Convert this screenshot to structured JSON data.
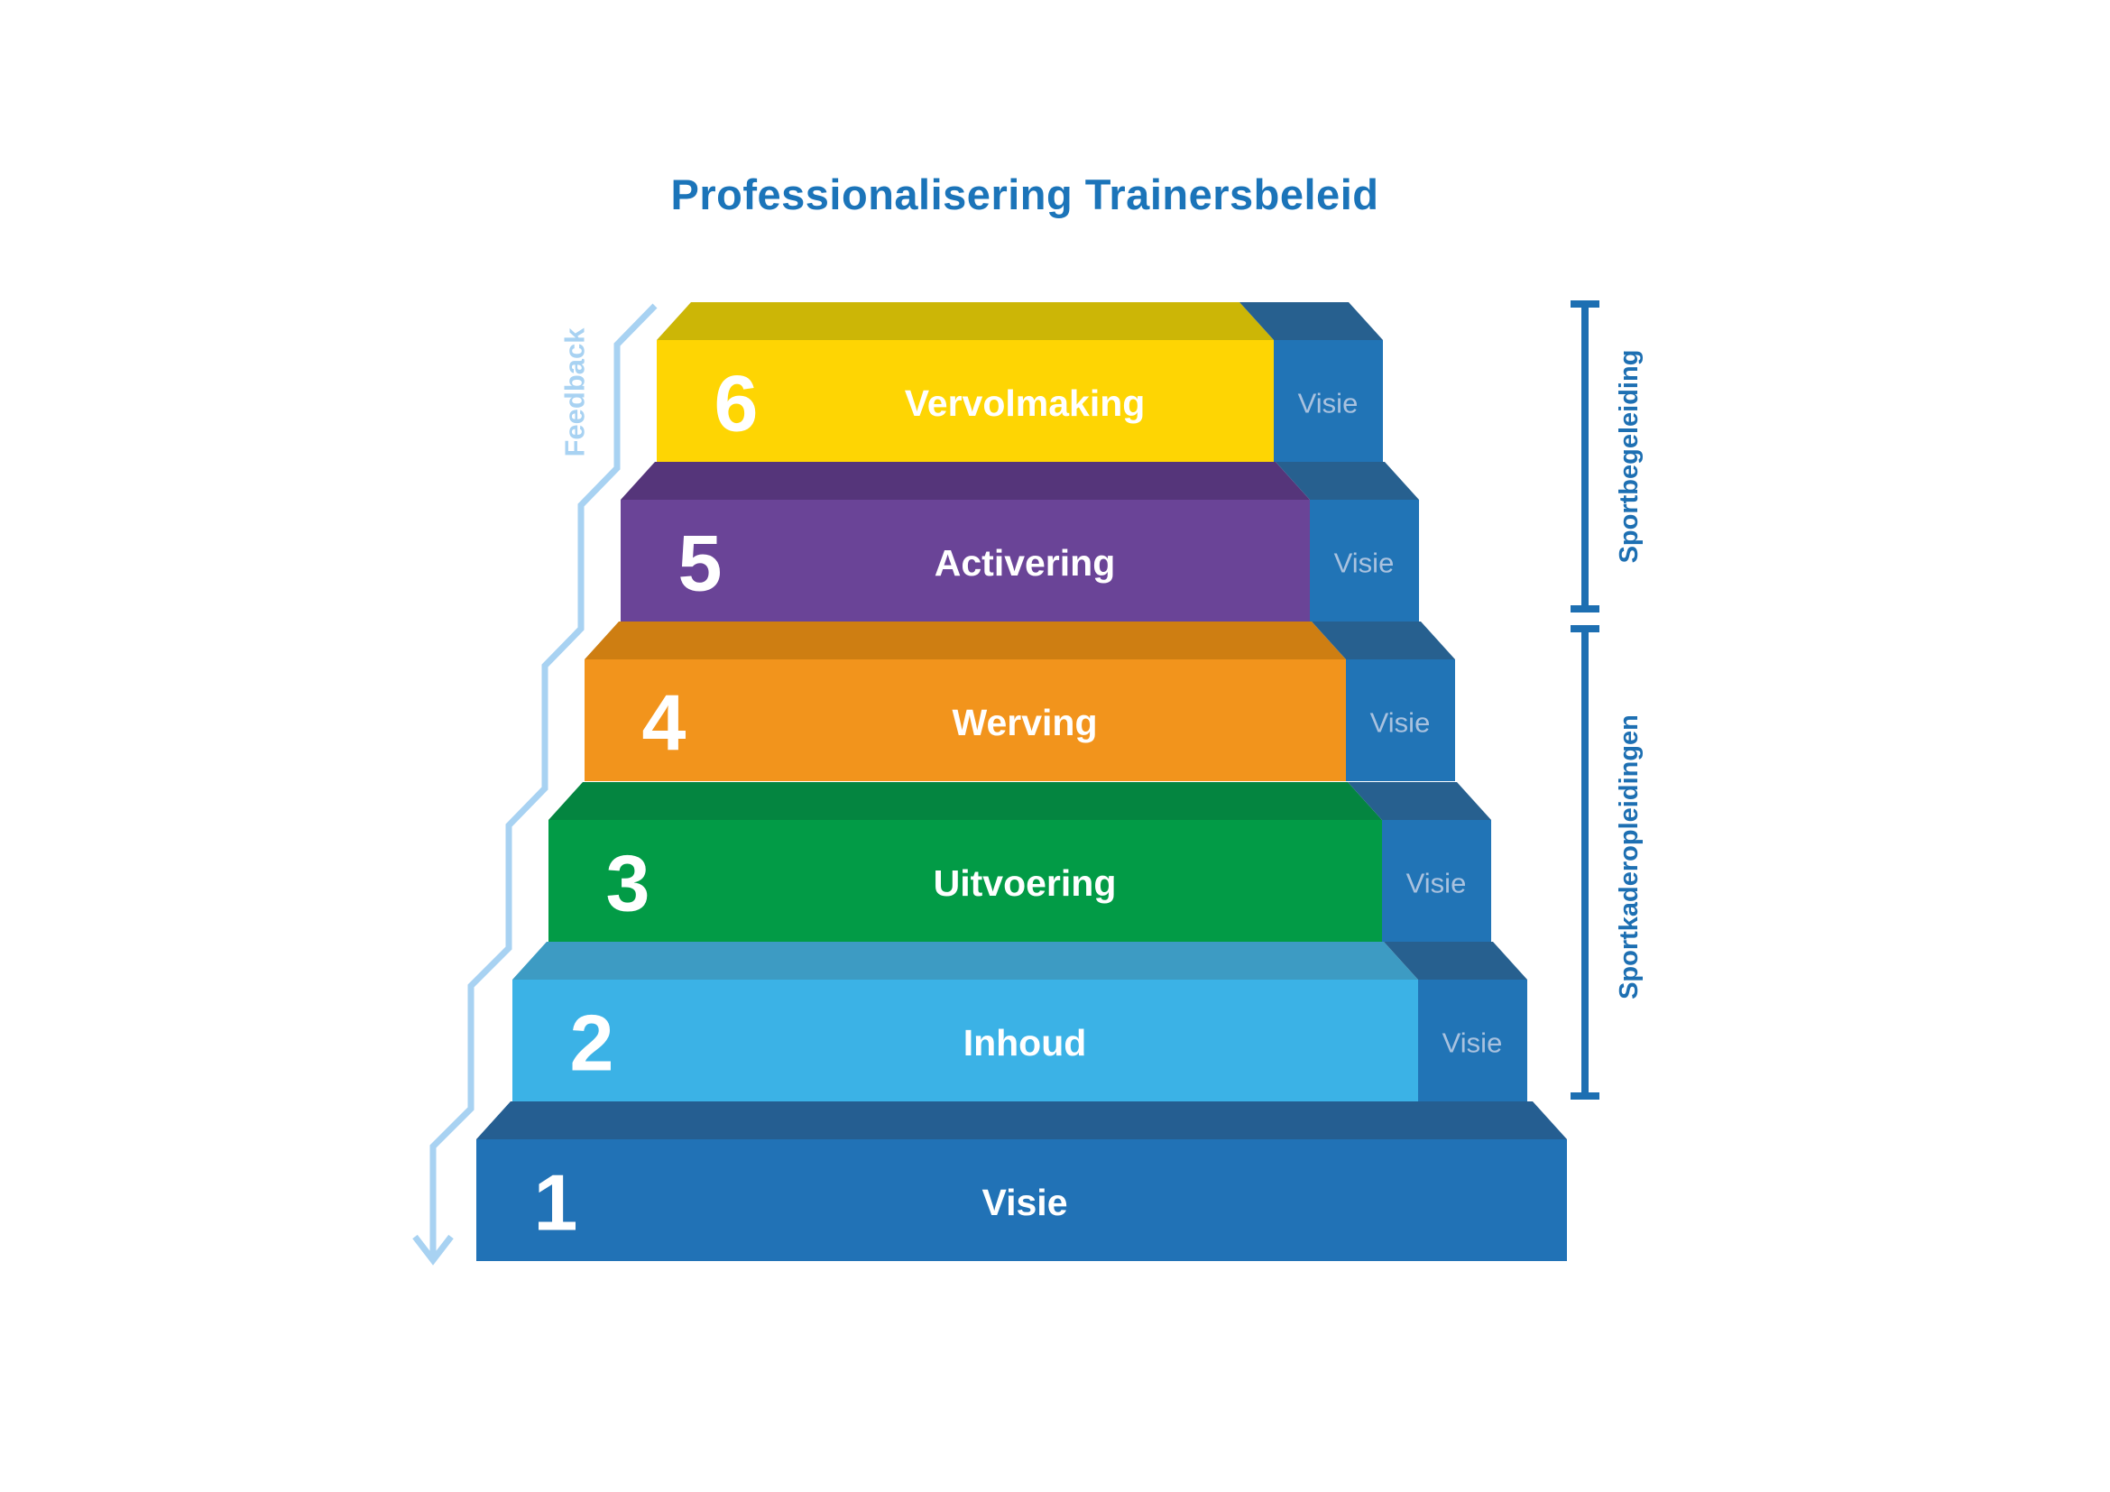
{
  "title": {
    "text": "Professionalisering Trainersbeleid"
  },
  "colors": {
    "title": "#1B74B9",
    "bracket": "#1D6FB2",
    "feedback": "#A8D2F2",
    "visie_text": "#A9C2DF",
    "visie_front": "#2174B6",
    "visie_top": "#27608F"
  },
  "feedback": {
    "label": "Feedback"
  },
  "steps": [
    {
      "number": "6",
      "label": "Vervolmaking",
      "front_color": "#FED503",
      "top_color": "#CCB606",
      "visie_label": "Visie"
    },
    {
      "number": "5",
      "label": "Activering",
      "front_color": "#6A4497",
      "top_color": "#55357A",
      "visie_label": "Visie"
    },
    {
      "number": "4",
      "label": "Werving",
      "front_color": "#F2941C",
      "top_color": "#CE7E12",
      "visie_label": "Visie"
    },
    {
      "number": "3",
      "label": "Uitvoering",
      "front_color": "#029B46",
      "top_color": "#048540",
      "visie_label": "Visie"
    },
    {
      "number": "2",
      "label": "Inhoud",
      "front_color": "#3BB2E6",
      "top_color": "#3D9BC3",
      "visie_label": "Visie"
    },
    {
      "number": "1",
      "label": "Visie",
      "front_color": "#2172B6",
      "top_color": "#255E91"
    }
  ],
  "brackets": [
    {
      "label": "Sportbegeleiding"
    },
    {
      "label": "Sportkaderopleidingen"
    }
  ]
}
